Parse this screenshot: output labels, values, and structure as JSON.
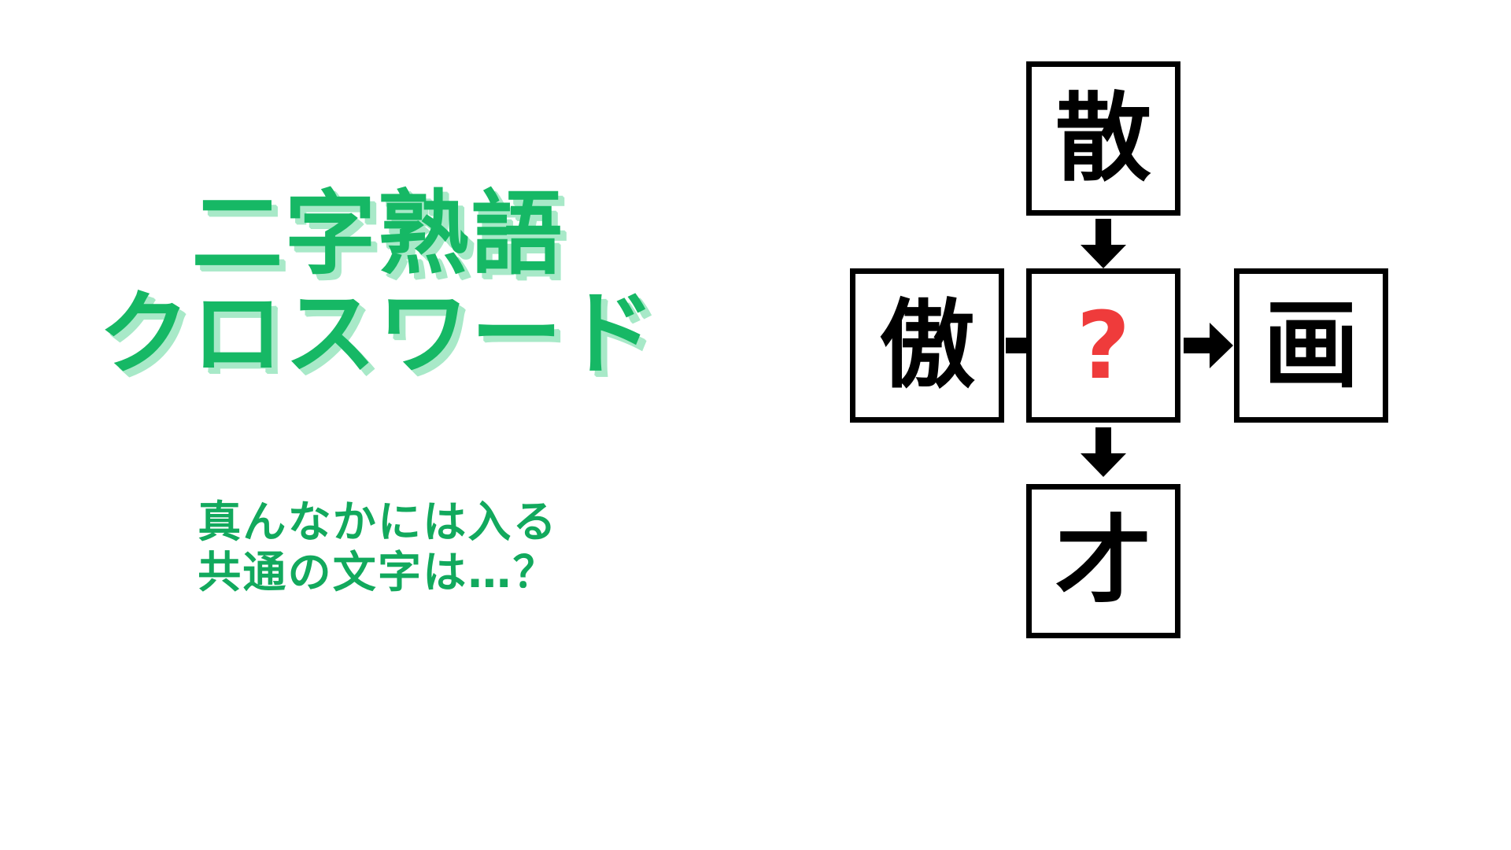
{
  "page": {
    "background_color": "#ffffff",
    "title_color": "#16b865",
    "title_shadow_color": "#a8e9c8",
    "subtitle_color": "#12a95d",
    "cell_border_color": "#000000",
    "answer_color": "#ef3b3b"
  },
  "heading": {
    "line1": "二字熟語",
    "line2": "クロスワード"
  },
  "subtitle": {
    "line1": "真んなかには入る",
    "line2": "共通の文字は…？"
  },
  "puzzle": {
    "center_placeholder": "?",
    "cells": [
      {
        "position": "top",
        "char": "散",
        "is_answer": false
      },
      {
        "position": "left",
        "char": "傲",
        "is_answer": false
      },
      {
        "position": "center",
        "char": "?",
        "is_answer": true
      },
      {
        "position": "right",
        "char": "画",
        "is_answer": false
      },
      {
        "position": "bottom",
        "char": "才",
        "is_answer": false
      }
    ],
    "arrows": [
      {
        "name": "top-to-center",
        "direction": "down"
      },
      {
        "name": "left-to-center",
        "direction": "right"
      },
      {
        "name": "center-to-right",
        "direction": "right"
      },
      {
        "name": "center-to-bottom",
        "direction": "down"
      }
    ]
  }
}
